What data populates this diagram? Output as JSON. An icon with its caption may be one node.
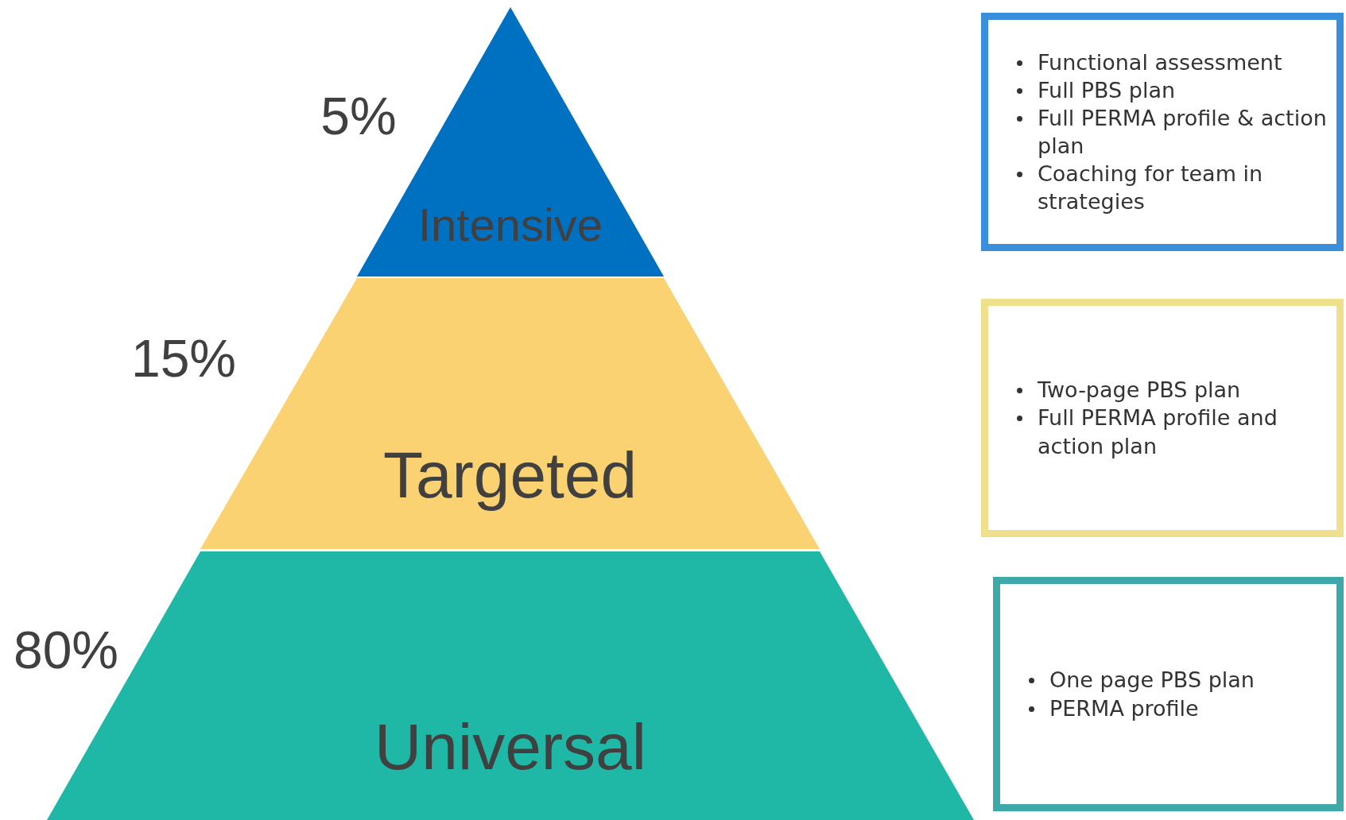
{
  "diagram": {
    "nodes": [
      {
        "text": [
          "Intensive"
        ],
        "beside": [
          "5%"
        ]
      },
      {
        "text": [
          "Targeted"
        ],
        "beside": [
          "15%"
        ]
      },
      {
        "text": [
          "Universal"
        ],
        "beside": [
          "80%"
        ]
      },
      {
        "text": [
          "Functional assessment",
          "Full PBS plan",
          "Full PERMA profile & action plan",
          "Coaching for team in strategies"
        ]
      },
      {
        "text": [
          "Two-page PBS plan",
          "Full PERMA profile and action plan"
        ]
      },
      {
        "text": [
          "One page PBS plan",
          "PERMA profile"
        ]
      }
    ],
    "edges": []
  }
}
